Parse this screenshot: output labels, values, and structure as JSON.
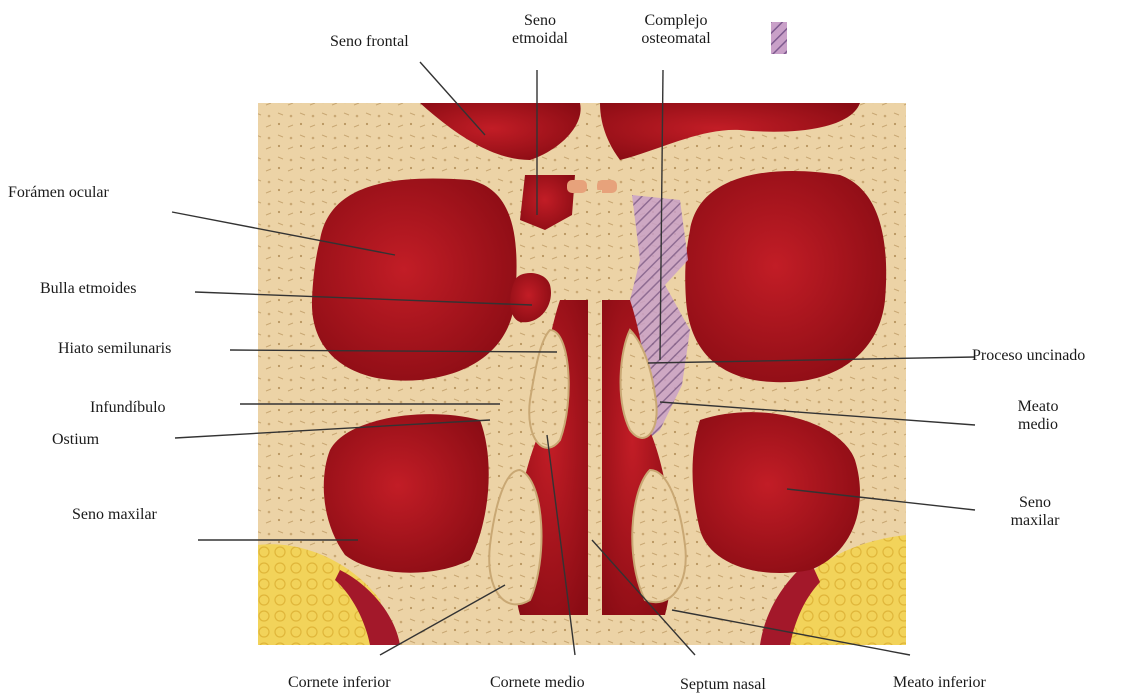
{
  "labels": {
    "seno_frontal": "Seno frontal",
    "seno_etmoidal_1": "Seno",
    "seno_etmoidal_2": "etmoidal",
    "complejo_1": "Complejo",
    "complejo_2": "osteomatal",
    "foramen_ocular": "Forámen ocular",
    "bulla_etmoides": "Bulla etmoides",
    "hiato_semilunaris": "Hiato semilunaris",
    "infundibulo": "Infundíbulo",
    "ostium": "Ostium",
    "seno_maxilar_left": "Seno maxilar",
    "proceso_uncinado": "Proceso uncinado",
    "meato_medio_1": "Meato",
    "meato_medio_2": "medio",
    "seno_maxilar_right_1": "Seno",
    "seno_maxilar_right_2": "maxilar",
    "cornete_inferior": "Cornete inferior",
    "cornete_medio": "Cornete medio",
    "septum_nasal": "Septum nasal",
    "meato_inferior": "Meato inferior"
  },
  "colors": {
    "bone": "#ecd3a6",
    "bone_dark": "#c9a874",
    "cavity": "#b5151e",
    "cavity_dark": "#8a0c14",
    "mucosa": "#d8343a",
    "fat": "#f2d35a",
    "hatch": "#9b7fa8"
  }
}
